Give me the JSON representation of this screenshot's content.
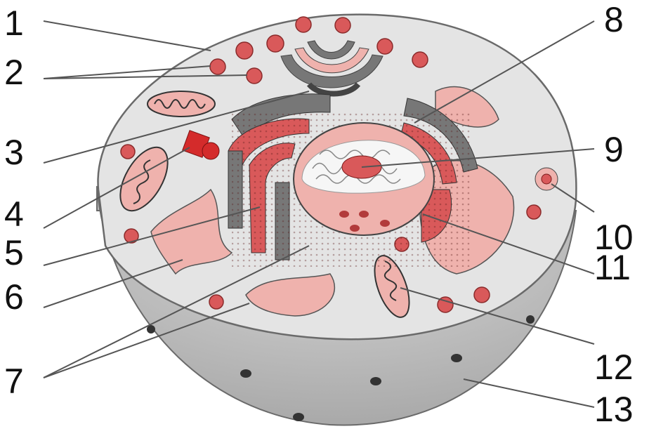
{
  "diagram": {
    "labels": [
      "1",
      "2",
      "3",
      "4",
      "5",
      "6",
      "7",
      "8",
      "9",
      "10",
      "11",
      "12",
      "13"
    ]
  },
  "colors": {
    "cytoplasm": "#e3e3e3",
    "membrane_outline": "#6a6a6a",
    "wall": "#bdbdbd",
    "organelle_red": "#d9595a",
    "organelle_pink": "#efb2ad",
    "organelle_gray": "#777777",
    "chromatin": "#f6f6f6"
  }
}
